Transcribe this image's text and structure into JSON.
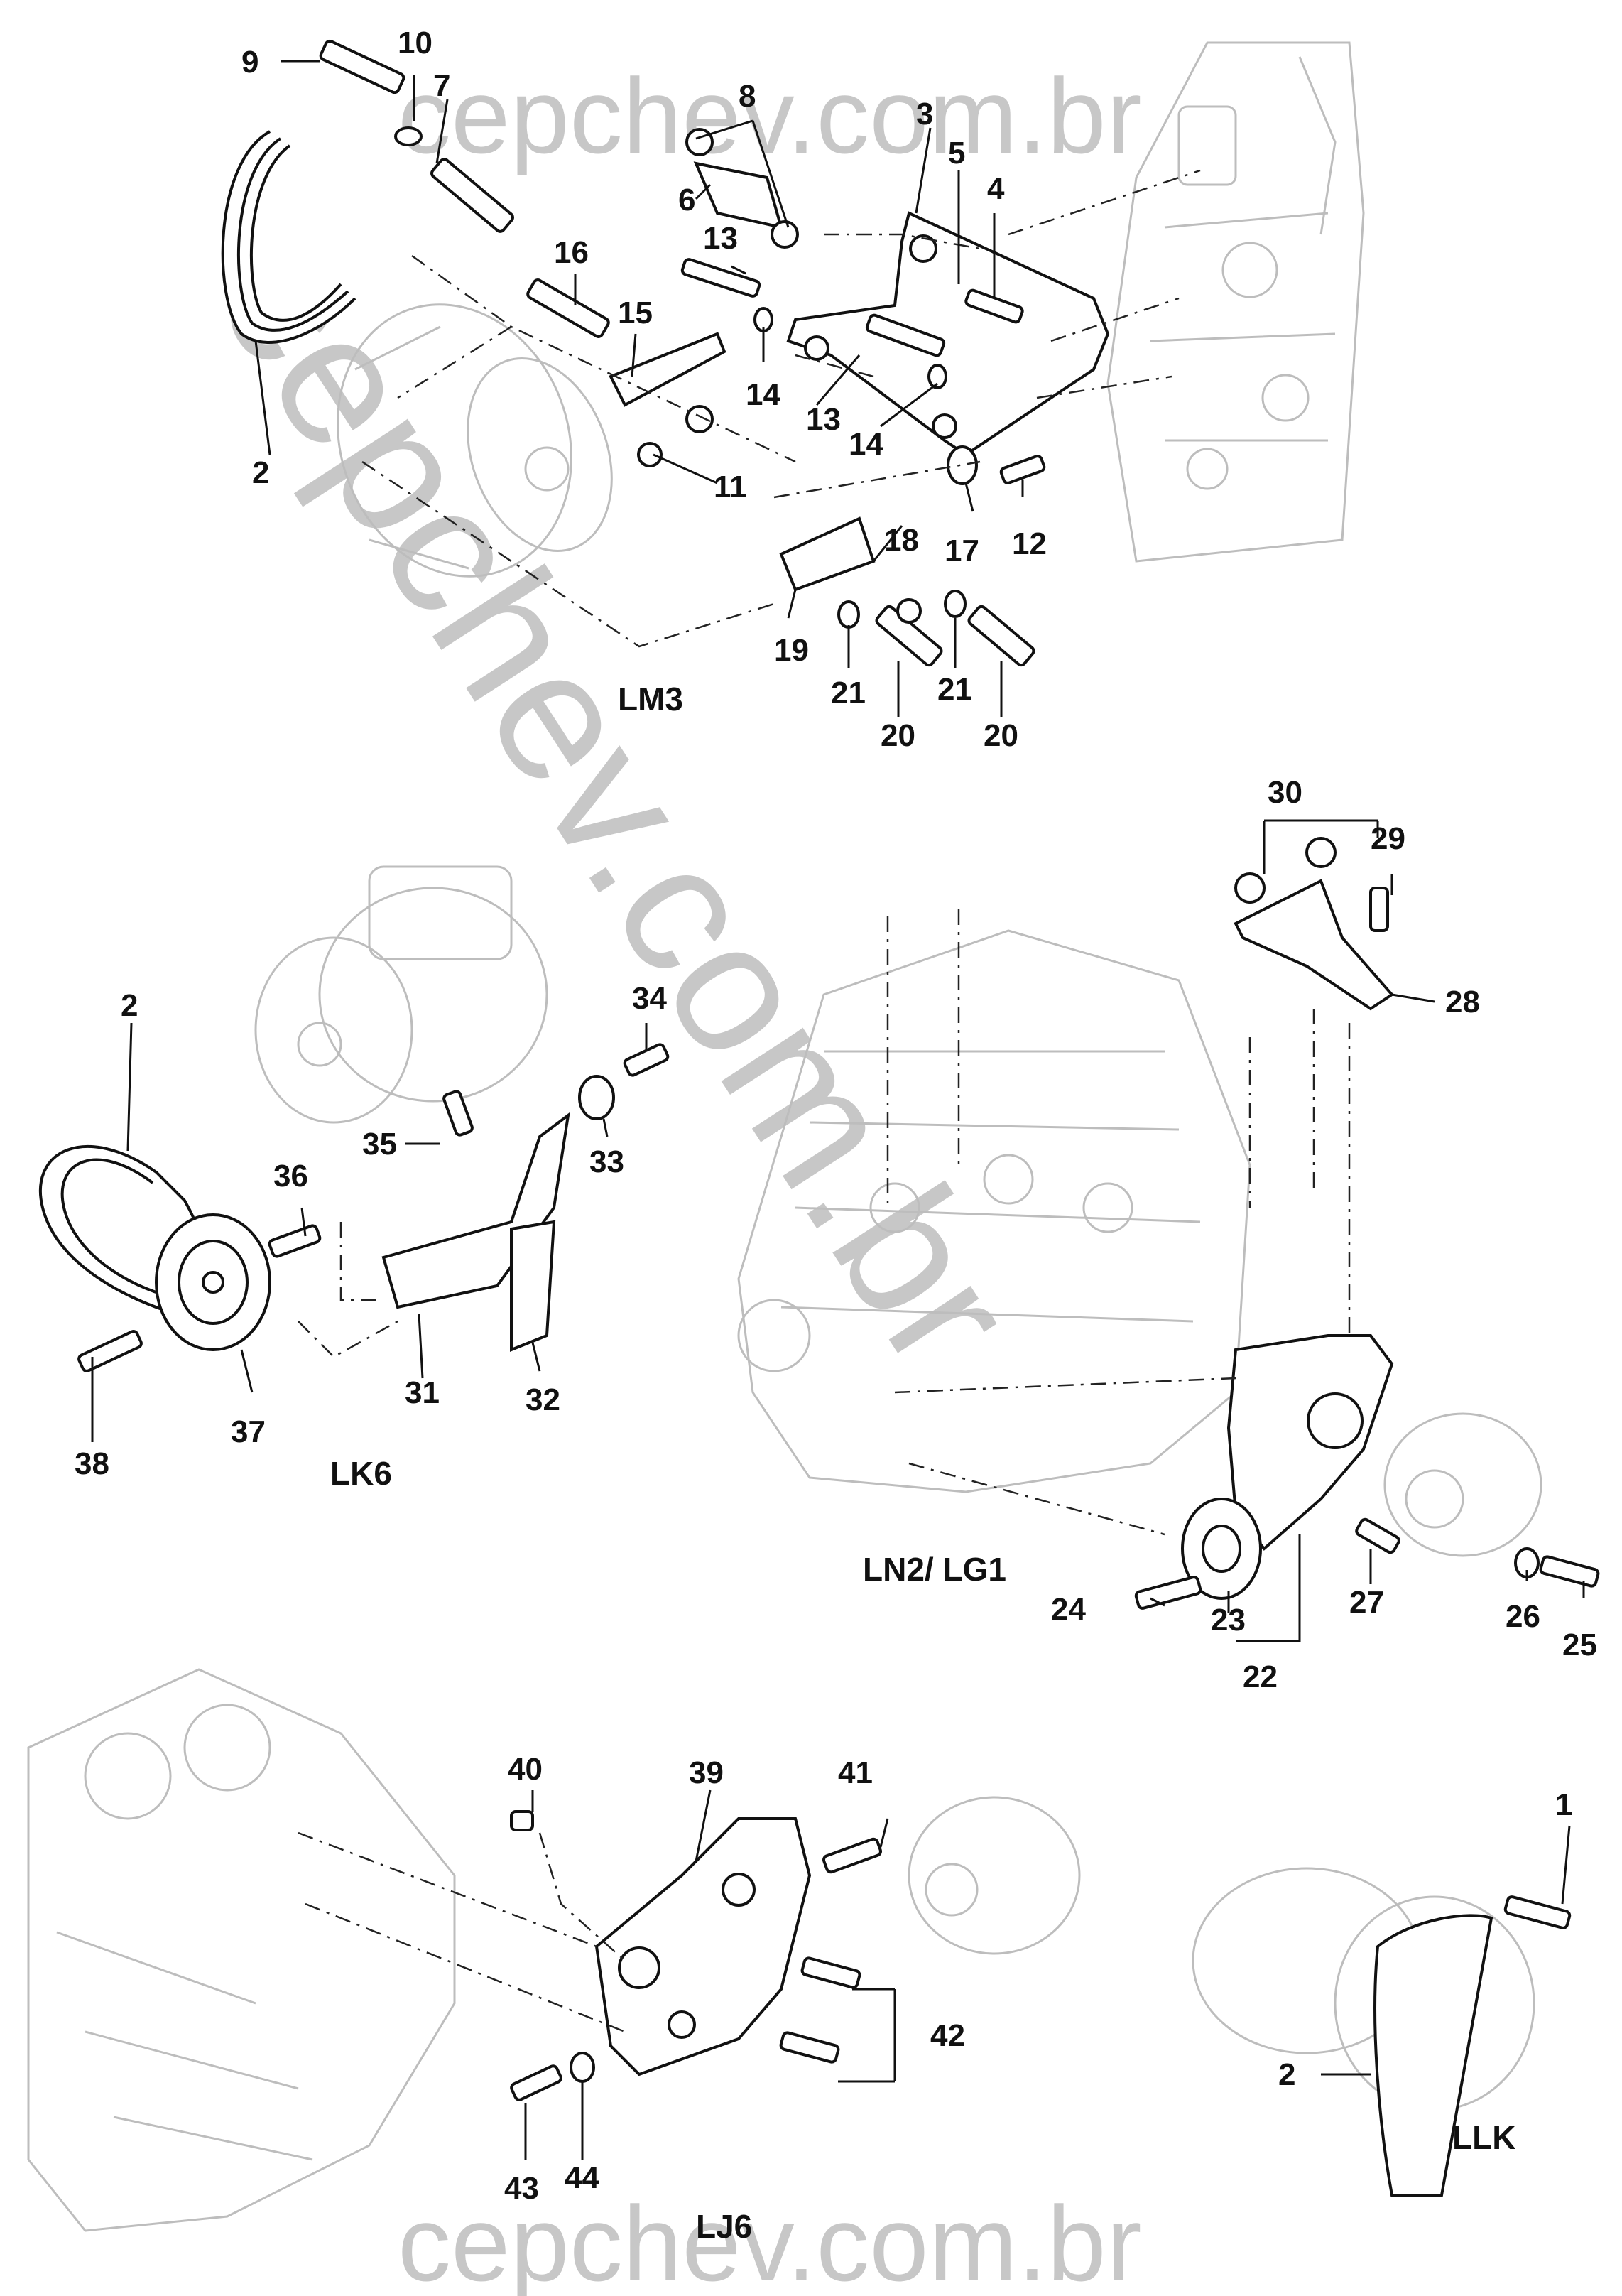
{
  "watermark": {
    "top": "cepchev.com.br",
    "diagonal": "cepchev.com.br",
    "bottom": "cepchev.com.br",
    "color": "#9a9a9a"
  },
  "variants": [
    "LM3",
    "LK6",
    "LN2/ LG1",
    "LJ6",
    "LLK"
  ],
  "callouts": {
    "lm3": [
      "9",
      "10",
      "7",
      "8",
      "3",
      "5",
      "4",
      "6",
      "13",
      "16",
      "15",
      "14",
      "13",
      "14",
      "2",
      "11",
      "17",
      "12",
      "18",
      "19",
      "21",
      "21",
      "20",
      "20"
    ],
    "lk6": [
      "2",
      "34",
      "35",
      "33",
      "36",
      "31",
      "32",
      "38",
      "37"
    ],
    "ln2_lg1": [
      "30",
      "29",
      "28",
      "24",
      "23",
      "27",
      "26",
      "25",
      "22"
    ],
    "lj6": [
      "40",
      "39",
      "41",
      "42",
      "43",
      "44"
    ],
    "llk": [
      "1",
      "2"
    ]
  }
}
